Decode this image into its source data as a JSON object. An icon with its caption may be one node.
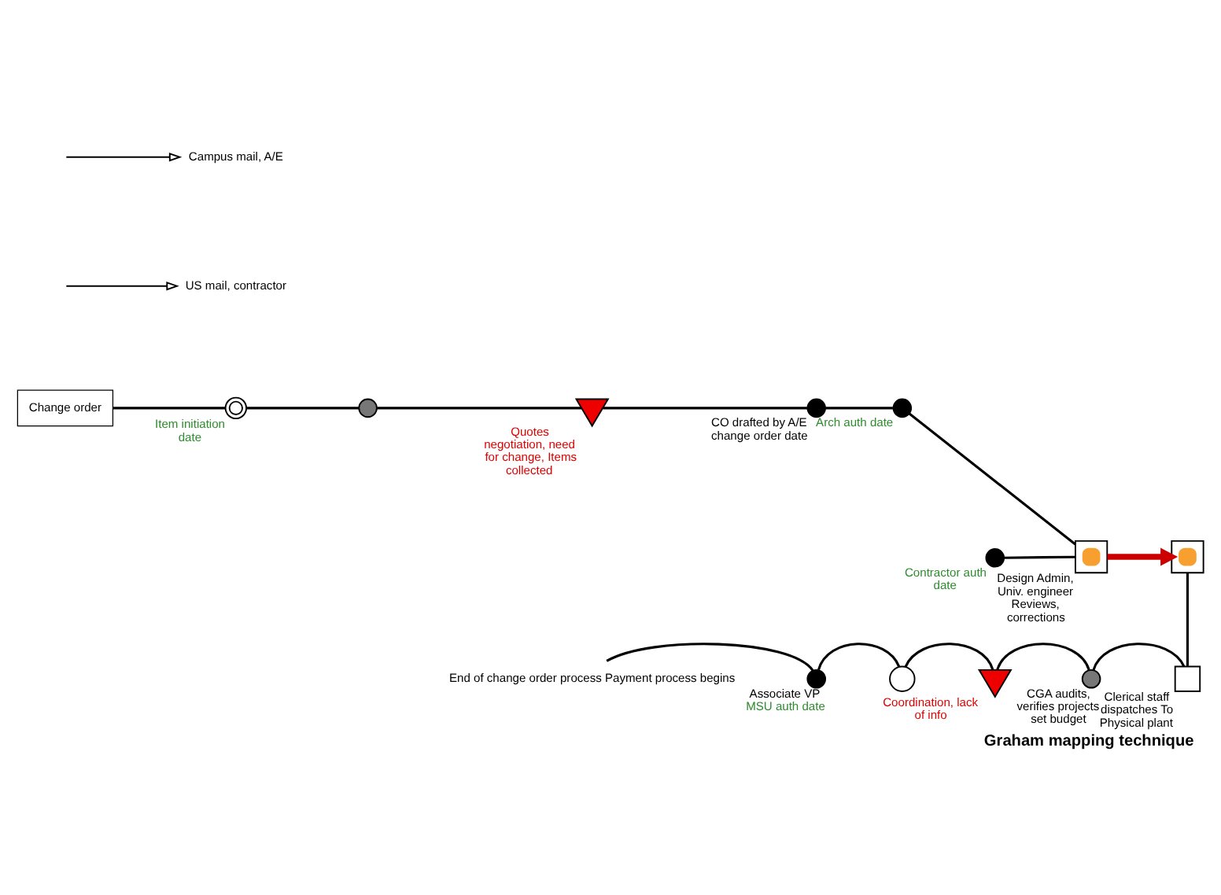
{
  "diagram": {
    "caption": "Graham mapping technique",
    "nodes": [
      {
        "text": [
          "Change order"
        ]
      },
      {
        "text": [],
        "shape": "circle",
        "beside": [
          "Item initiation date"
        ]
      },
      {
        "text": [],
        "shape": "circle"
      },
      {
        "text": [],
        "shape": "triangle",
        "beside": [
          "Quotes negotiation, need for change, Items collected"
        ]
      },
      {
        "text": [],
        "shape": "circle",
        "beside": [
          "CO drafted by A/E change order date"
        ]
      },
      {
        "text": [],
        "shape": "circle",
        "beside": [
          "Arch auth date"
        ]
      },
      {
        "text": [],
        "shape": "circle",
        "beside": [
          "Contractor auth date"
        ]
      },
      {
        "text": [],
        "shape": "box",
        "beside": [
          "Design Admin, Univ. engineer Reviews, corrections"
        ]
      },
      {
        "text": [],
        "shape": "box"
      },
      {
        "text": [],
        "shape": "box",
        "beside": [
          "Clerical staff dispatches To Physical plant"
        ]
      },
      {
        "text": [],
        "shape": "circle",
        "beside": [
          "CGA audits, verifies projects set budget"
        ]
      },
      {
        "text": [],
        "shape": "triangle",
        "beside": [
          "Coordination, lack of info"
        ]
      },
      {
        "text": [],
        "shape": "circle"
      },
      {
        "text": [],
        "shape": "circle",
        "beside": [
          "Associate VP",
          "MSU auth date"
        ]
      },
      {
        "text": [
          "End of change order process Payment process begins"
        ]
      },
      {
        "text": [
          "US mail, contractor"
        ]
      },
      {
        "text": [
          "Campus mail, A/E"
        ]
      }
    ],
    "edges": [
      {
        "from": 0,
        "to": 1,
        "arrow": "none"
      },
      {
        "from": 1,
        "to": 2,
        "arrow": "none"
      },
      {
        "from": 2,
        "to": 3,
        "arrow": "none"
      },
      {
        "from": 3,
        "to": 4,
        "arrow": "none"
      },
      {
        "from": 4,
        "to": 5,
        "arrow": "none"
      },
      {
        "from": 5,
        "to": 7,
        "arrow": "none"
      },
      {
        "from": 6,
        "to": 7,
        "arrow": "none"
      },
      {
        "from": 7,
        "to": 8,
        "arrow": "to",
        "style": "thick",
        "color": "#cc0000"
      },
      {
        "from": 8,
        "to": 9,
        "arrow": "none"
      },
      {
        "from": 9,
        "to": 10,
        "arrow": "none"
      },
      {
        "from": 10,
        "to": 11,
        "arrow": "none"
      },
      {
        "from": 11,
        "to": 12,
        "arrow": "none"
      },
      {
        "from": 12,
        "to": 13,
        "arrow": "none"
      },
      {
        "from": 13,
        "to": 14,
        "arrow": "none"
      },
      {
        "from": null,
        "to": 15,
        "arrow": "to"
      },
      {
        "from": null,
        "to": 16,
        "arrow": "to"
      }
    ]
  }
}
